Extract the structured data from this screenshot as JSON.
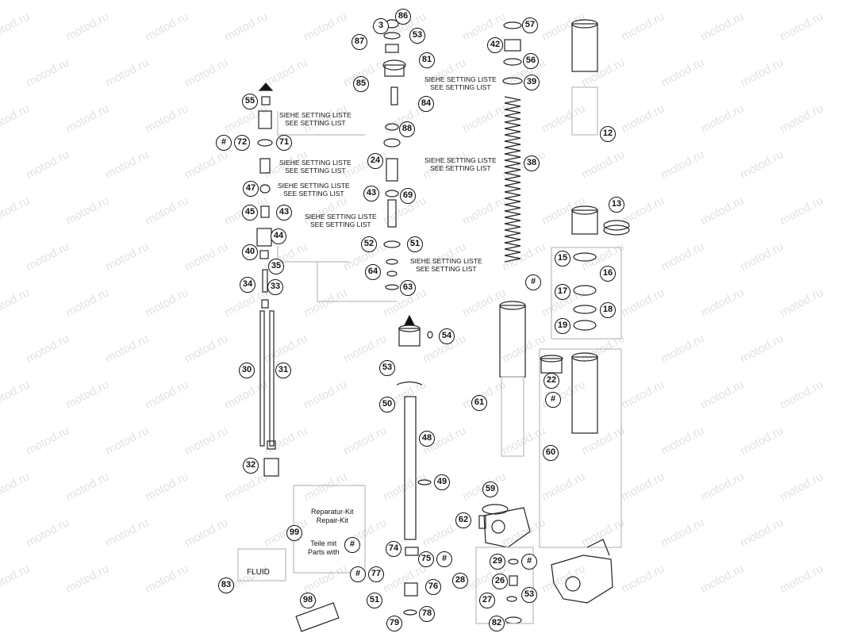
{
  "watermark": "motod.ru",
  "notes": {
    "line1": "SIEHE SETTING LISTE",
    "line2": "SEE SETTING LIST"
  },
  "repair_kit": {
    "line1": "Reparatur-Kit",
    "line2": "Repair-Kit"
  },
  "parts_with": {
    "line1": "Teile mit",
    "line2": "Parts with"
  },
  "fluid_label": "FLUID",
  "callouts": [
    "3",
    "86",
    "87",
    "53",
    "42",
    "57",
    "56",
    "39",
    "12",
    "81",
    "85",
    "84",
    "55",
    "88",
    "38",
    "72",
    "71",
    "#",
    "24",
    "47",
    "43",
    "69",
    "45",
    "44",
    "13",
    "40",
    "35",
    "52",
    "51",
    "15",
    "16",
    "34",
    "33",
    "64",
    "63",
    "17",
    "18",
    "19",
    "54",
    "30",
    "31",
    "22",
    "60",
    "61",
    "50",
    "48",
    "32",
    "49",
    "59",
    "62",
    "99",
    "74",
    "75",
    "29",
    "77",
    "76",
    "28",
    "26",
    "27",
    "79",
    "78",
    "82",
    "83",
    "98"
  ]
}
